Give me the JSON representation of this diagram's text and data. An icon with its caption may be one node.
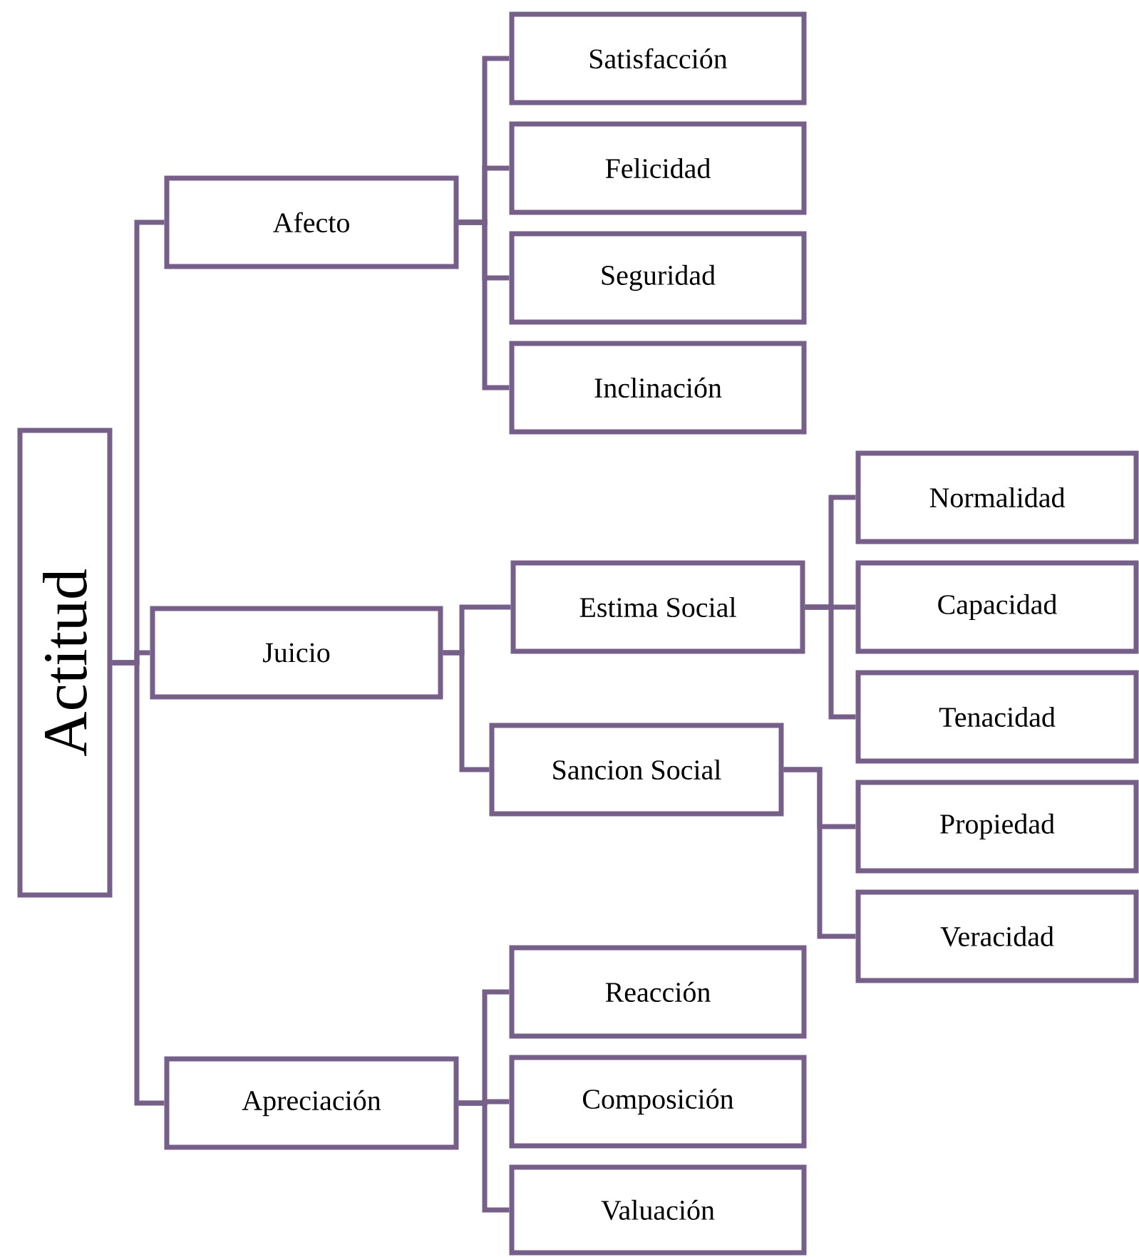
{
  "diagram": {
    "nodes": [
      {
        "text": [
          "Actitud"
        ]
      },
      {
        "text": [
          "Afecto"
        ]
      },
      {
        "text": [
          "Satisfacción"
        ]
      },
      {
        "text": [
          "Felicidad"
        ]
      },
      {
        "text": [
          "Seguridad"
        ]
      },
      {
        "text": [
          "Inclinación"
        ]
      },
      {
        "text": [
          "Juicio"
        ]
      },
      {
        "text": [
          "Estima Social"
        ]
      },
      {
        "text": [
          "Normalidad"
        ]
      },
      {
        "text": [
          "Capacidad"
        ]
      },
      {
        "text": [
          "Tenacidad"
        ]
      },
      {
        "text": [
          "Sancion Social"
        ]
      },
      {
        "text": [
          "Propiedad"
        ]
      },
      {
        "text": [
          "Veracidad"
        ]
      },
      {
        "text": [
          "Apreciación"
        ]
      },
      {
        "text": [
          "Reacción"
        ]
      },
      {
        "text": [
          "Composición"
        ]
      },
      {
        "text": [
          "Valuación"
        ]
      }
    ],
    "edges": [
      {
        "from": 0,
        "to": 1,
        "arrow": "none"
      },
      {
        "from": 0,
        "to": 6,
        "arrow": "none"
      },
      {
        "from": 0,
        "to": 14,
        "arrow": "none"
      },
      {
        "from": 1,
        "to": 2,
        "arrow": "none"
      },
      {
        "from": 1,
        "to": 3,
        "arrow": "none"
      },
      {
        "from": 1,
        "to": 4,
        "arrow": "none"
      },
      {
        "from": 1,
        "to": 5,
        "arrow": "none"
      },
      {
        "from": 6,
        "to": 7,
        "arrow": "none"
      },
      {
        "from": 6,
        "to": 11,
        "arrow": "none"
      },
      {
        "from": 7,
        "to": 8,
        "arrow": "none"
      },
      {
        "from": 7,
        "to": 9,
        "arrow": "none"
      },
      {
        "from": 7,
        "to": 10,
        "arrow": "none"
      },
      {
        "from": 11,
        "to": 12,
        "arrow": "none"
      },
      {
        "from": 11,
        "to": 13,
        "arrow": "none"
      },
      {
        "from": 14,
        "to": 15,
        "arrow": "none"
      },
      {
        "from": 14,
        "to": 16,
        "arrow": "none"
      },
      {
        "from": 14,
        "to": 17,
        "arrow": "none"
      }
    ]
  }
}
